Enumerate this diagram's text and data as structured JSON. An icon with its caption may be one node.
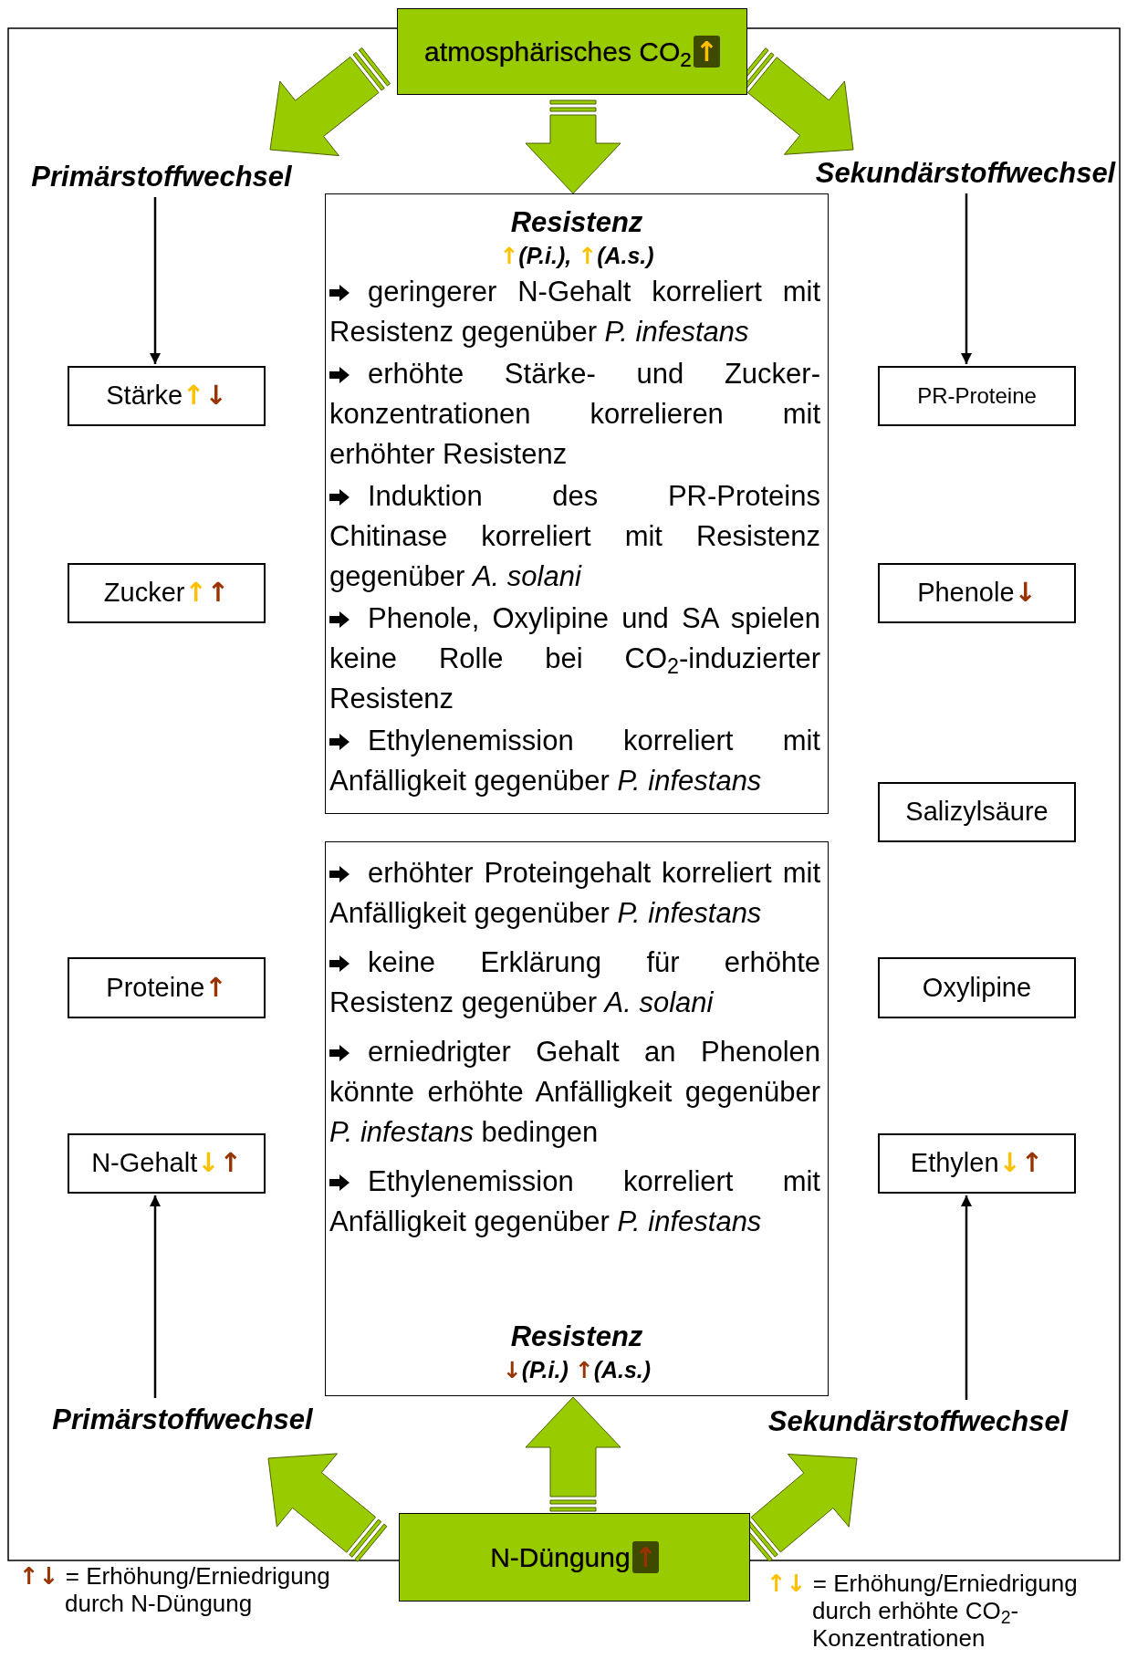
{
  "diagram": {
    "nodes": [
      {
        "text": [
          "atmosphärisches CO$_{2}$↑"
        ]
      },
      {
        "text": [
          "Primärstoffwechsel"
        ]
      },
      {
        "text": [
          "Sekundärstoffwechsel"
        ]
      },
      {
        "text": [
          "Resistenz",
          "↑(P.i.), ↑(A.s.)",
          "geringerer N-Gehalt korreliert mit Resistenz gegenüber *P. infestans*",
          "erhöhte Stärke- und Zucker-konzentrationen korrelieren mit erhöhter Resistenz",
          "Induktion des PR-Proteins Chitinase korreliert mit Resistenz gegenüber *A. solani*",
          "Phenole, Oxylipine und SA spielen keine Rolle bei CO$_{2}$-induzierter Resistenz",
          "Ethylenemission korreliert mit Anfälligkeit gegenüber *P. infestans*"
        ]
      },
      {
        "text": [
          "Stärke↑↓"
        ]
      },
      {
        "text": [
          "PR-Proteine"
        ]
      },
      {
        "text": [
          "Zucker↑↑"
        ]
      },
      {
        "text": [
          "Phenole↓"
        ]
      },
      {
        "text": [
          "Salizylsäure"
        ]
      },
      {
        "text": [
          "erhöhter Proteingehalt korreliert mit Anfälligkeit gegenüber *P. infestans*",
          "keine Erklärung für erhöhte Resistenz gegenüber *A. solani*",
          "erniedrigter Gehalt an Phenolen könnte erhöhte Anfälligkeit gegenüber *P. infestans* bedingen",
          "Ethylenemission korreliert mit Anfälligkeit gegenüber *P. infestans*",
          "Resistenz",
          "↓(P.i.) ↑(A.s.)"
        ]
      },
      {
        "text": [
          "Proteine↑"
        ]
      },
      {
        "text": [
          "Oxylipine"
        ]
      },
      {
        "text": [
          "N-Gehalt↓↑"
        ]
      },
      {
        "text": [
          "Ethylen↓↑"
        ]
      },
      {
        "text": [
          "Primärstoffwechsel"
        ]
      },
      {
        "text": [
          "Sekundärstoffwechsel"
        ]
      },
      {
        "text": [
          "N-Düngung↑"
        ]
      }
    ],
    "edges": [
      {
        "from": 0,
        "to": 1,
        "arrow": "to",
        "style": "thick",
        "color": "#99cc00"
      },
      {
        "from": 0,
        "to": 3,
        "arrow": "to",
        "style": "thick",
        "color": "#99cc00"
      },
      {
        "from": 0,
        "to": 2,
        "arrow": "to",
        "style": "thick",
        "color": "#99cc00"
      },
      {
        "from": 1,
        "to": 4,
        "arrow": "to"
      },
      {
        "from": 2,
        "to": 5,
        "arrow": "to"
      },
      {
        "from": 16,
        "to": 14,
        "arrow": "to",
        "style": "thick",
        "color": "#99cc00"
      },
      {
        "from": 16,
        "to": 9,
        "arrow": "to",
        "style": "thick",
        "color": "#99cc00"
      },
      {
        "from": 16,
        "to": 15,
        "arrow": "to",
        "style": "thick",
        "color": "#99cc00"
      },
      {
        "from": 14,
        "to": 12,
        "arrow": "to"
      },
      {
        "from": 15,
        "to": 13,
        "arrow": "to"
      }
    ],
    "legend": [
      {
        "text": "↑↓ = Erhöhung/Erniedrigung durch N-Düngung",
        "color": "#993300"
      },
      {
        "text": "↑↓ = Erhöhung/Erniedrigung durch erhöhte CO$_{2}$-Konzentrationen",
        "color": "#ffc000"
      }
    ]
  }
}
